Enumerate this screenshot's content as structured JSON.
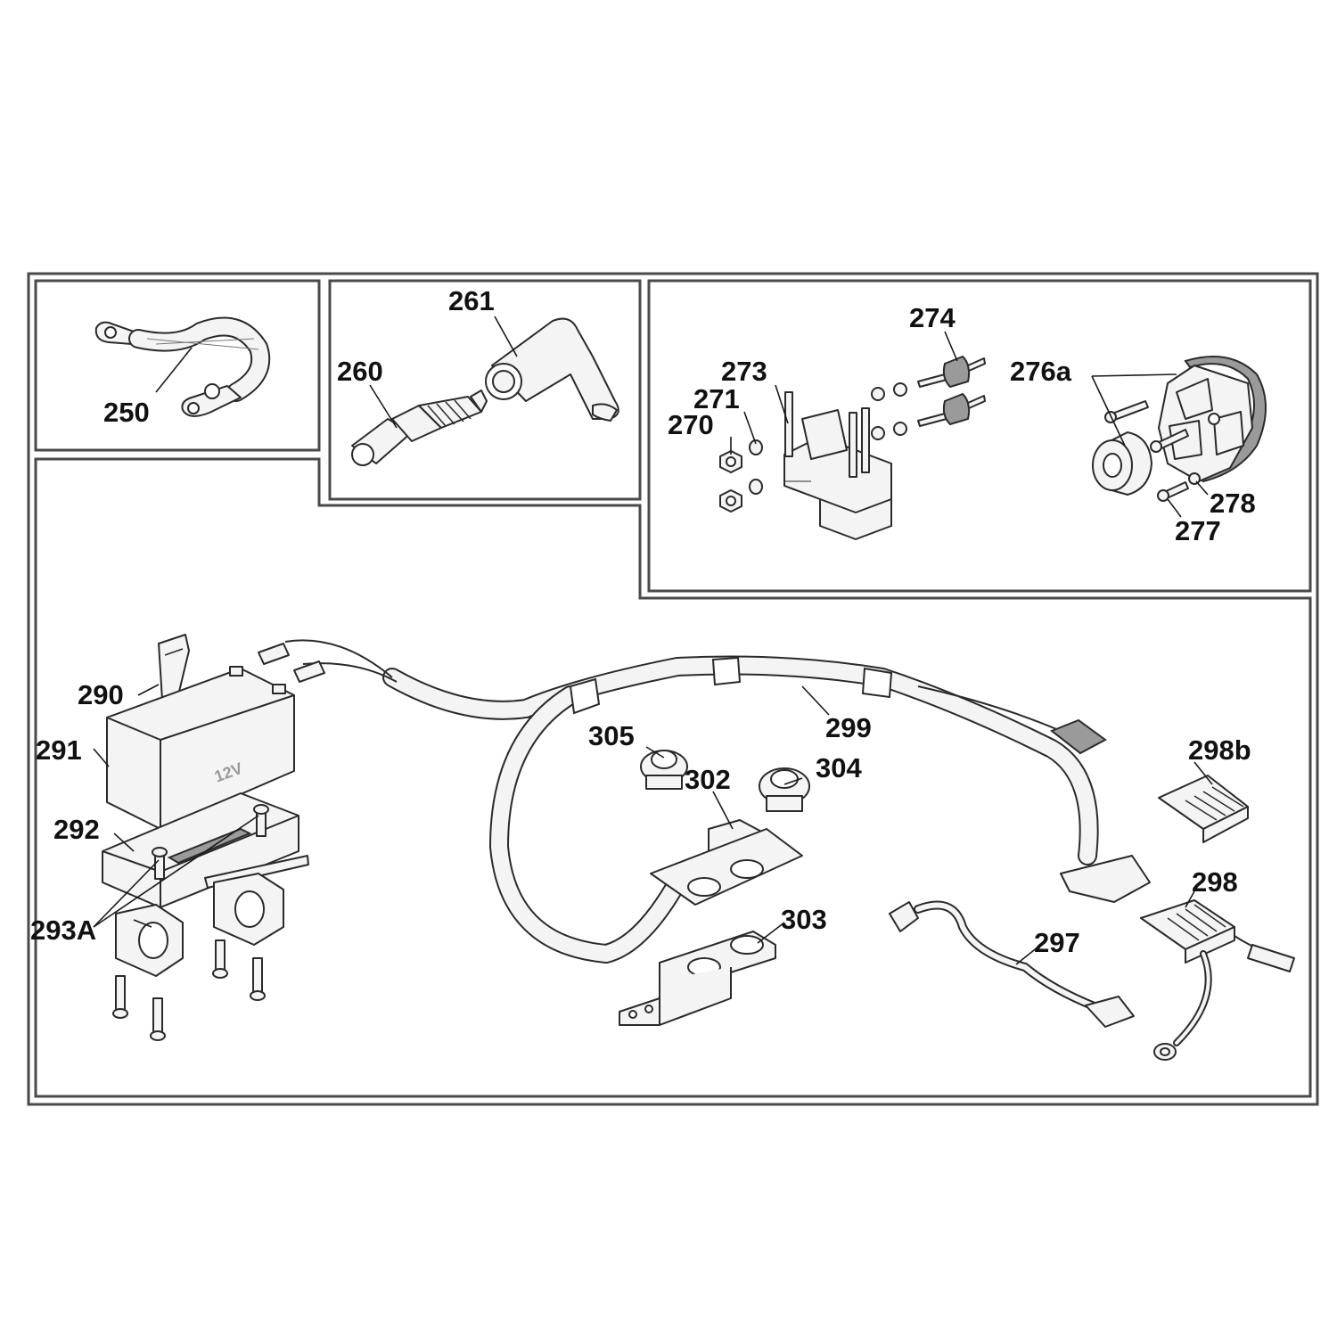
{
  "callouts": {
    "c250": "250",
    "c260": "260",
    "c261": "261",
    "c270": "270",
    "c271": "271",
    "c273": "273",
    "c274": "274",
    "c276a": "276a",
    "c277": "277",
    "c278": "278",
    "c290": "290",
    "c291": "291",
    "c292": "292",
    "c293A": "293A",
    "c297": "297",
    "c298": "298",
    "c298b": "298b",
    "c299": "299",
    "c302": "302",
    "c303": "303",
    "c304": "304",
    "c305": "305"
  },
  "battery_label": "12V",
  "colors": {
    "line": "#2a2a2a",
    "frame": "#4a4a4a",
    "part_fill": "#f4f4f4"
  }
}
